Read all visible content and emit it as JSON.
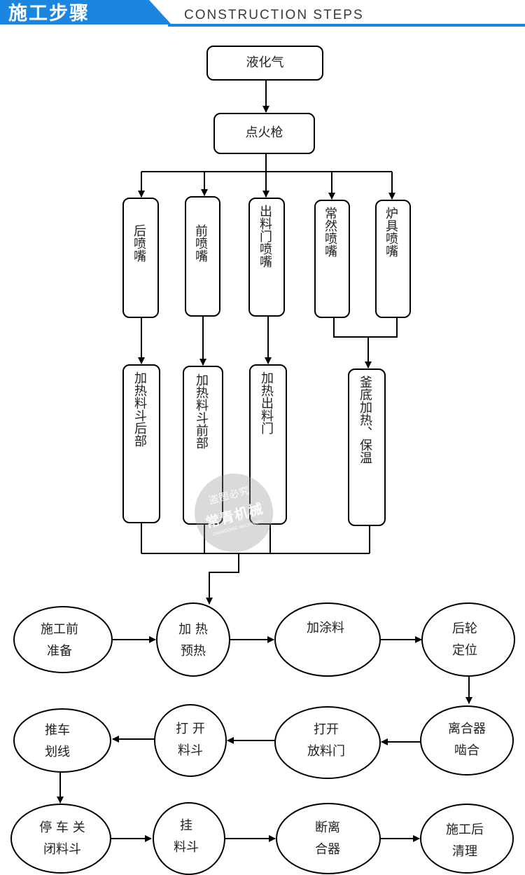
{
  "header": {
    "title_cn": "施工步骤",
    "title_en": "CONSTRUCTION STEPS",
    "accent_color": "#1a86e0"
  },
  "watermark": {
    "line1": "盗图必究",
    "line2": "常青机械",
    "line3": "CHANGQING MACHINERY"
  },
  "flow_top": {
    "source": "液化气",
    "igniter": "点火枪",
    "nozzles": [
      "后喷嘴",
      "前喷嘴",
      "出料门喷嘴",
      "常然喷嘴",
      "炉具喷嘴"
    ],
    "heating": [
      "加热料斗后部",
      "加热料斗前部",
      "加热出料门",
      "釜底加热、保温"
    ]
  },
  "flow_steps": {
    "row1": [
      "施工前\n准备",
      "加 热\n预热",
      "加涂料",
      "后轮\n定位"
    ],
    "row2": [
      "推车\n划线",
      "打 开\n料斗",
      "打开\n放料门",
      "离合器\n啮合"
    ],
    "row3": [
      "停 车 关\n闭料斗",
      "挂\n料斗",
      "断离\n合器",
      "施工后\n清理"
    ]
  }
}
